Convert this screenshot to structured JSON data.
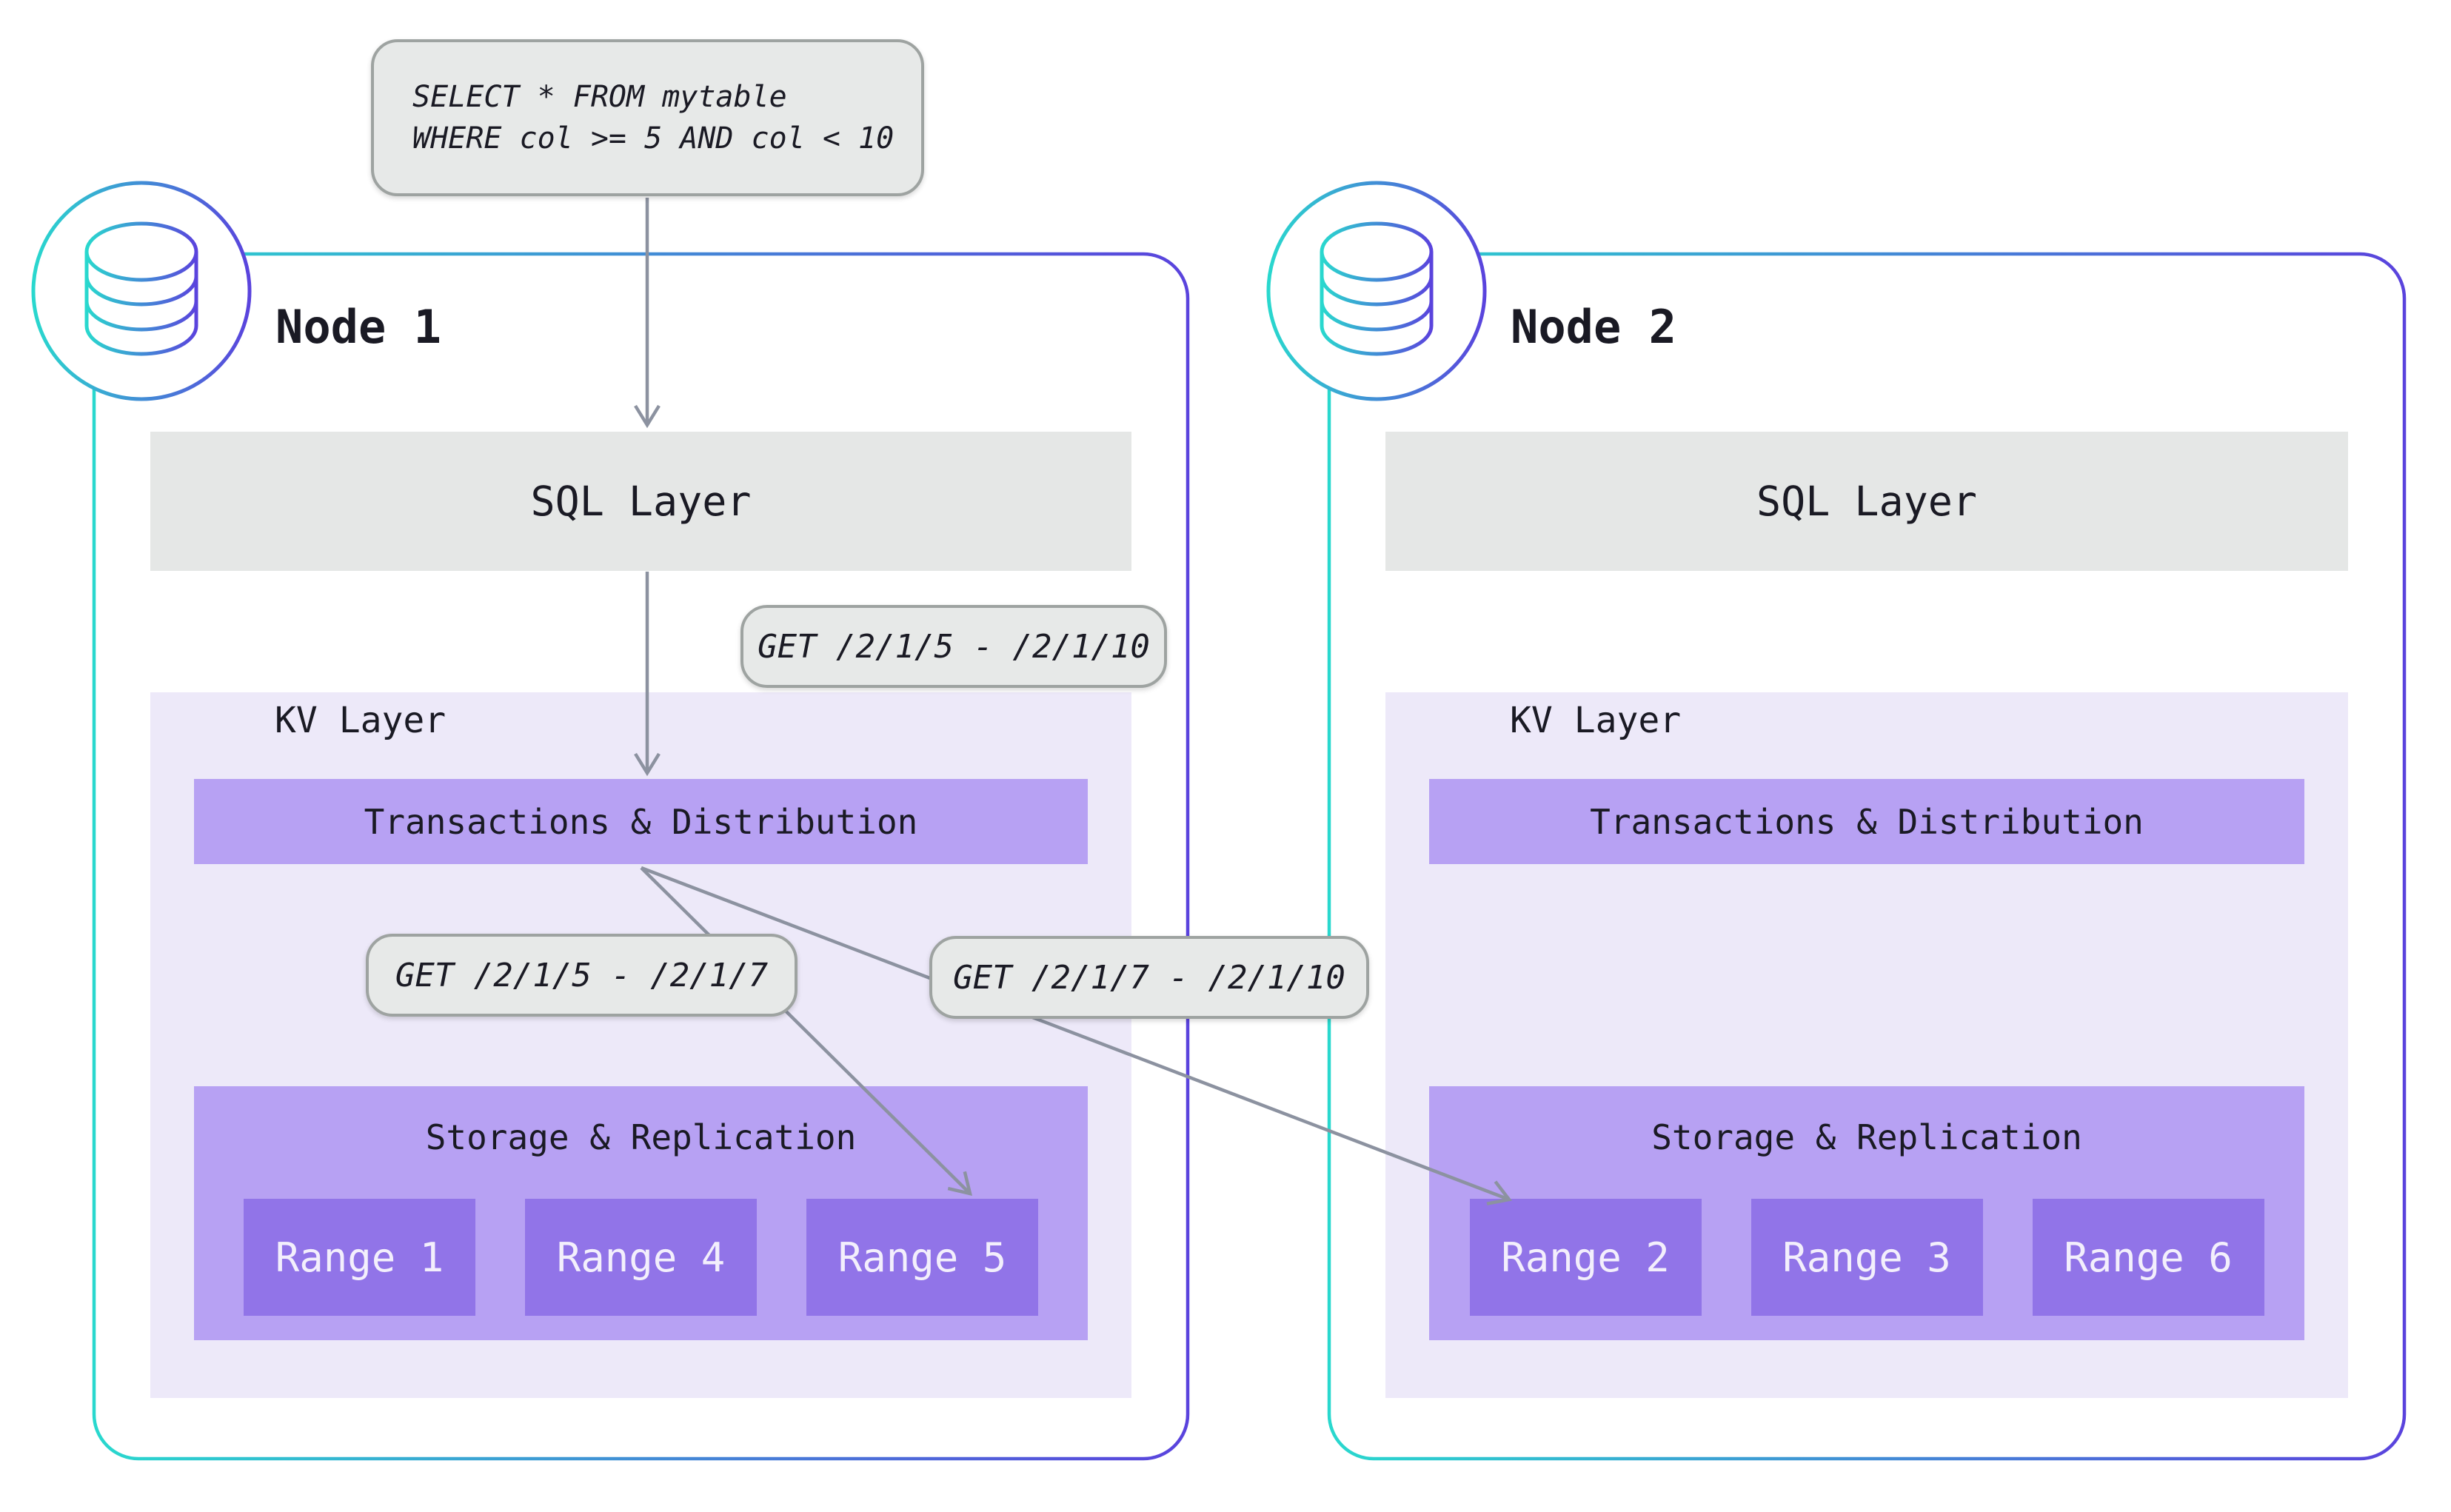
{
  "query_box": {
    "lines": [
      "SELECT * FROM mytable",
      "WHERE col >= 5 AND col < 10"
    ]
  },
  "request_labels": {
    "full_range": "GET /2/1/5 - /2/1/10",
    "left_split": "GET /2/1/5 - /2/1/7",
    "right_split": "GET /2/1/7 - /2/1/10"
  },
  "nodes": [
    {
      "title": "Node 1",
      "sql_layer": "SQL Layer",
      "kv_layer": "KV Layer",
      "transactions": "Transactions & Distribution",
      "storage": "Storage & Replication",
      "ranges": [
        "Range 1",
        "Range 4",
        "Range 5"
      ]
    },
    {
      "title": "Node 2",
      "sql_layer": "SQL Layer",
      "kv_layer": "KV Layer",
      "transactions": "Transactions & Distribution",
      "storage": "Storage & Replication",
      "ranges": [
        "Range 2",
        "Range 3",
        "Range 6"
      ]
    }
  ],
  "icons": [
    {
      "name": "database-icon",
      "meaning": "database node"
    }
  ],
  "colors": {
    "node_border_start": "#29d8ce",
    "node_border_end": "#5a43dd",
    "layer_purple": "#b7a1f3",
    "range_purple": "#9174e8",
    "kv_bg": "#ede9f9",
    "sql_gray": "#e5e7e6",
    "label_bg": "#e7e9e8",
    "label_border": "#9ea3a1",
    "arrow": "#8c92a0",
    "text_dark": "#1a1a24",
    "range_text": "#f3effc"
  }
}
